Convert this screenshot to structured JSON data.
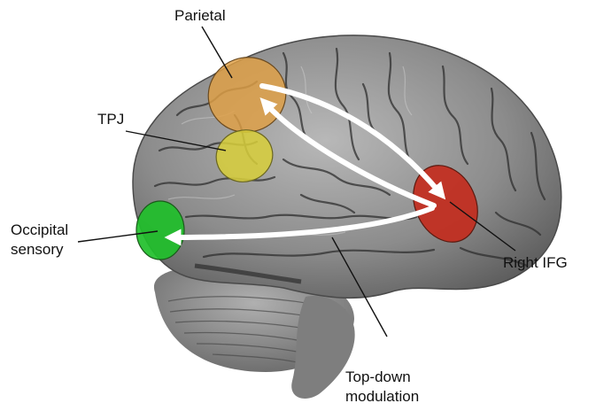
{
  "labels": {
    "parietal": "Parietal",
    "tpj": "TPJ",
    "occipital_line1": "Occipital",
    "occipital_line2": "sensory",
    "right_ifg": "Right IFG",
    "topdown_line1": "Top-down",
    "topdown_line2": "modulation"
  },
  "colors": {
    "parietal": "#e0a044",
    "tpj": "#d8cf3a",
    "occipital": "#1fbf2a",
    "right_ifg": "#c42a1c",
    "arrow": "#ffffff",
    "brain_base": "#8e8e8e",
    "brain_dark": "#3a3a3a",
    "cerebellum": "#9a9a9a"
  }
}
